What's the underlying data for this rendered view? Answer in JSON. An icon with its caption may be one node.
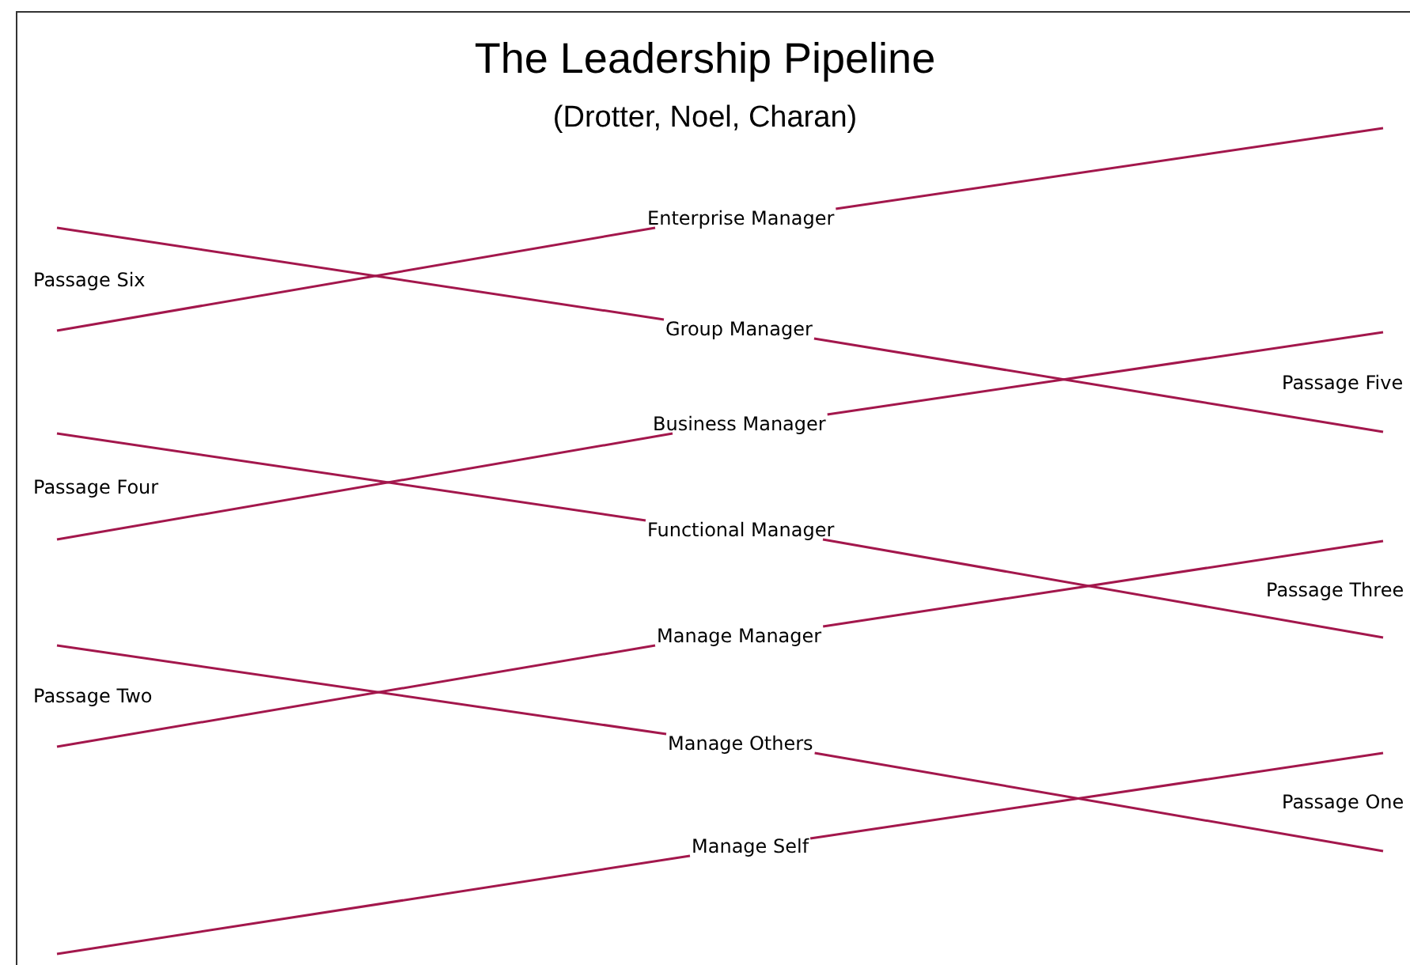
{
  "diagram": {
    "title": "The Leadership Pipeline",
    "nodes": [
      {
        "text": [
          "Enterprise Manager"
        ]
      },
      {
        "text": [
          "Passage Six"
        ]
      },
      {
        "text": [
          "Group Manager"
        ]
      },
      {
        "text": [
          "Passage Five"
        ]
      },
      {
        "text": [
          "Business Manager"
        ]
      },
      {
        "text": [
          "Passage Four"
        ]
      },
      {
        "text": [
          "Functional Manager"
        ]
      },
      {
        "text": [
          "Passage Three"
        ]
      },
      {
        "text": [
          "Manage Manager"
        ]
      },
      {
        "text": [
          "Passage Two"
        ]
      },
      {
        "text": [
          "Manage Others"
        ]
      },
      {
        "text": [
          "Passage One"
        ]
      },
      {
        "text": [
          "Manage Self"
        ]
      }
    ],
    "edges": [
      {
        "from": 0,
        "to": null,
        "arrow": "none"
      },
      {
        "from": 0,
        "to": null,
        "arrow": "none"
      },
      {
        "from": 2,
        "to": null,
        "arrow": "none"
      },
      {
        "from": 2,
        "to": null,
        "arrow": "none"
      },
      {
        "from": 4,
        "to": null,
        "arrow": "none"
      },
      {
        "from": 4,
        "to": null,
        "arrow": "none"
      },
      {
        "from": 6,
        "to": null,
        "arrow": "none"
      },
      {
        "from": 6,
        "to": null,
        "arrow": "none"
      },
      {
        "from": 8,
        "to": null,
        "arrow": "none"
      },
      {
        "from": 8,
        "to": null,
        "arrow": "none"
      },
      {
        "from": 10,
        "to": null,
        "arrow": "none"
      },
      {
        "from": 10,
        "to": null,
        "arrow": "none"
      },
      {
        "from": 12,
        "to": null,
        "arrow": "none"
      },
      {
        "from": 12,
        "to": null,
        "arrow": "none"
      }
    ],
    "labels": [
      "(Drotter, Noel, Charan)"
    ]
  }
}
